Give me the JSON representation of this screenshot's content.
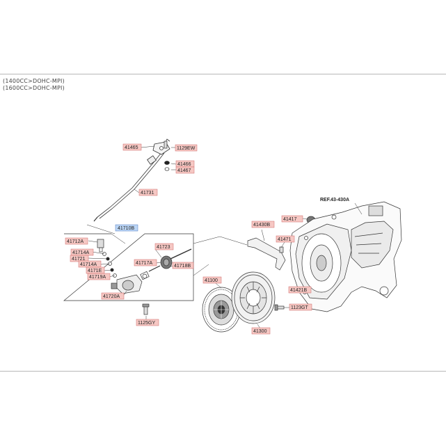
{
  "engine_variants": [
    "(1400CC>DOHC-MPI)",
    "(1600CC>DOHC-MPI)"
  ],
  "reference": "REF.43-430A",
  "part_labels": {
    "p41465": "41465",
    "p1129EW": "1129EW",
    "p41466": "41466",
    "p41467": "41467",
    "p41731": "41731",
    "p41710B": "41710B",
    "p41712A": "41712A",
    "p41714A_1": "41714A",
    "p41721": "41721",
    "p41714A_2": "41714A",
    "p4171E": "4171E",
    "p41719A": "41719A",
    "p41720A": "41720A",
    "p41723": "41723",
    "p41717A": "41717A",
    "p41718B": "41718B",
    "p1125GY": "1125GY",
    "p41100": "41100",
    "p41300": "41300",
    "p41430B": "41430B",
    "p41471": "41471",
    "p41417": "41417",
    "p41421B": "41421B",
    "p1123GT": "1123GT"
  },
  "colors": {
    "label_fill": "#f6c8c4",
    "label_border": "#cc6666",
    "assembly_label_fill": "#bcd6f5",
    "line": "#333333"
  }
}
